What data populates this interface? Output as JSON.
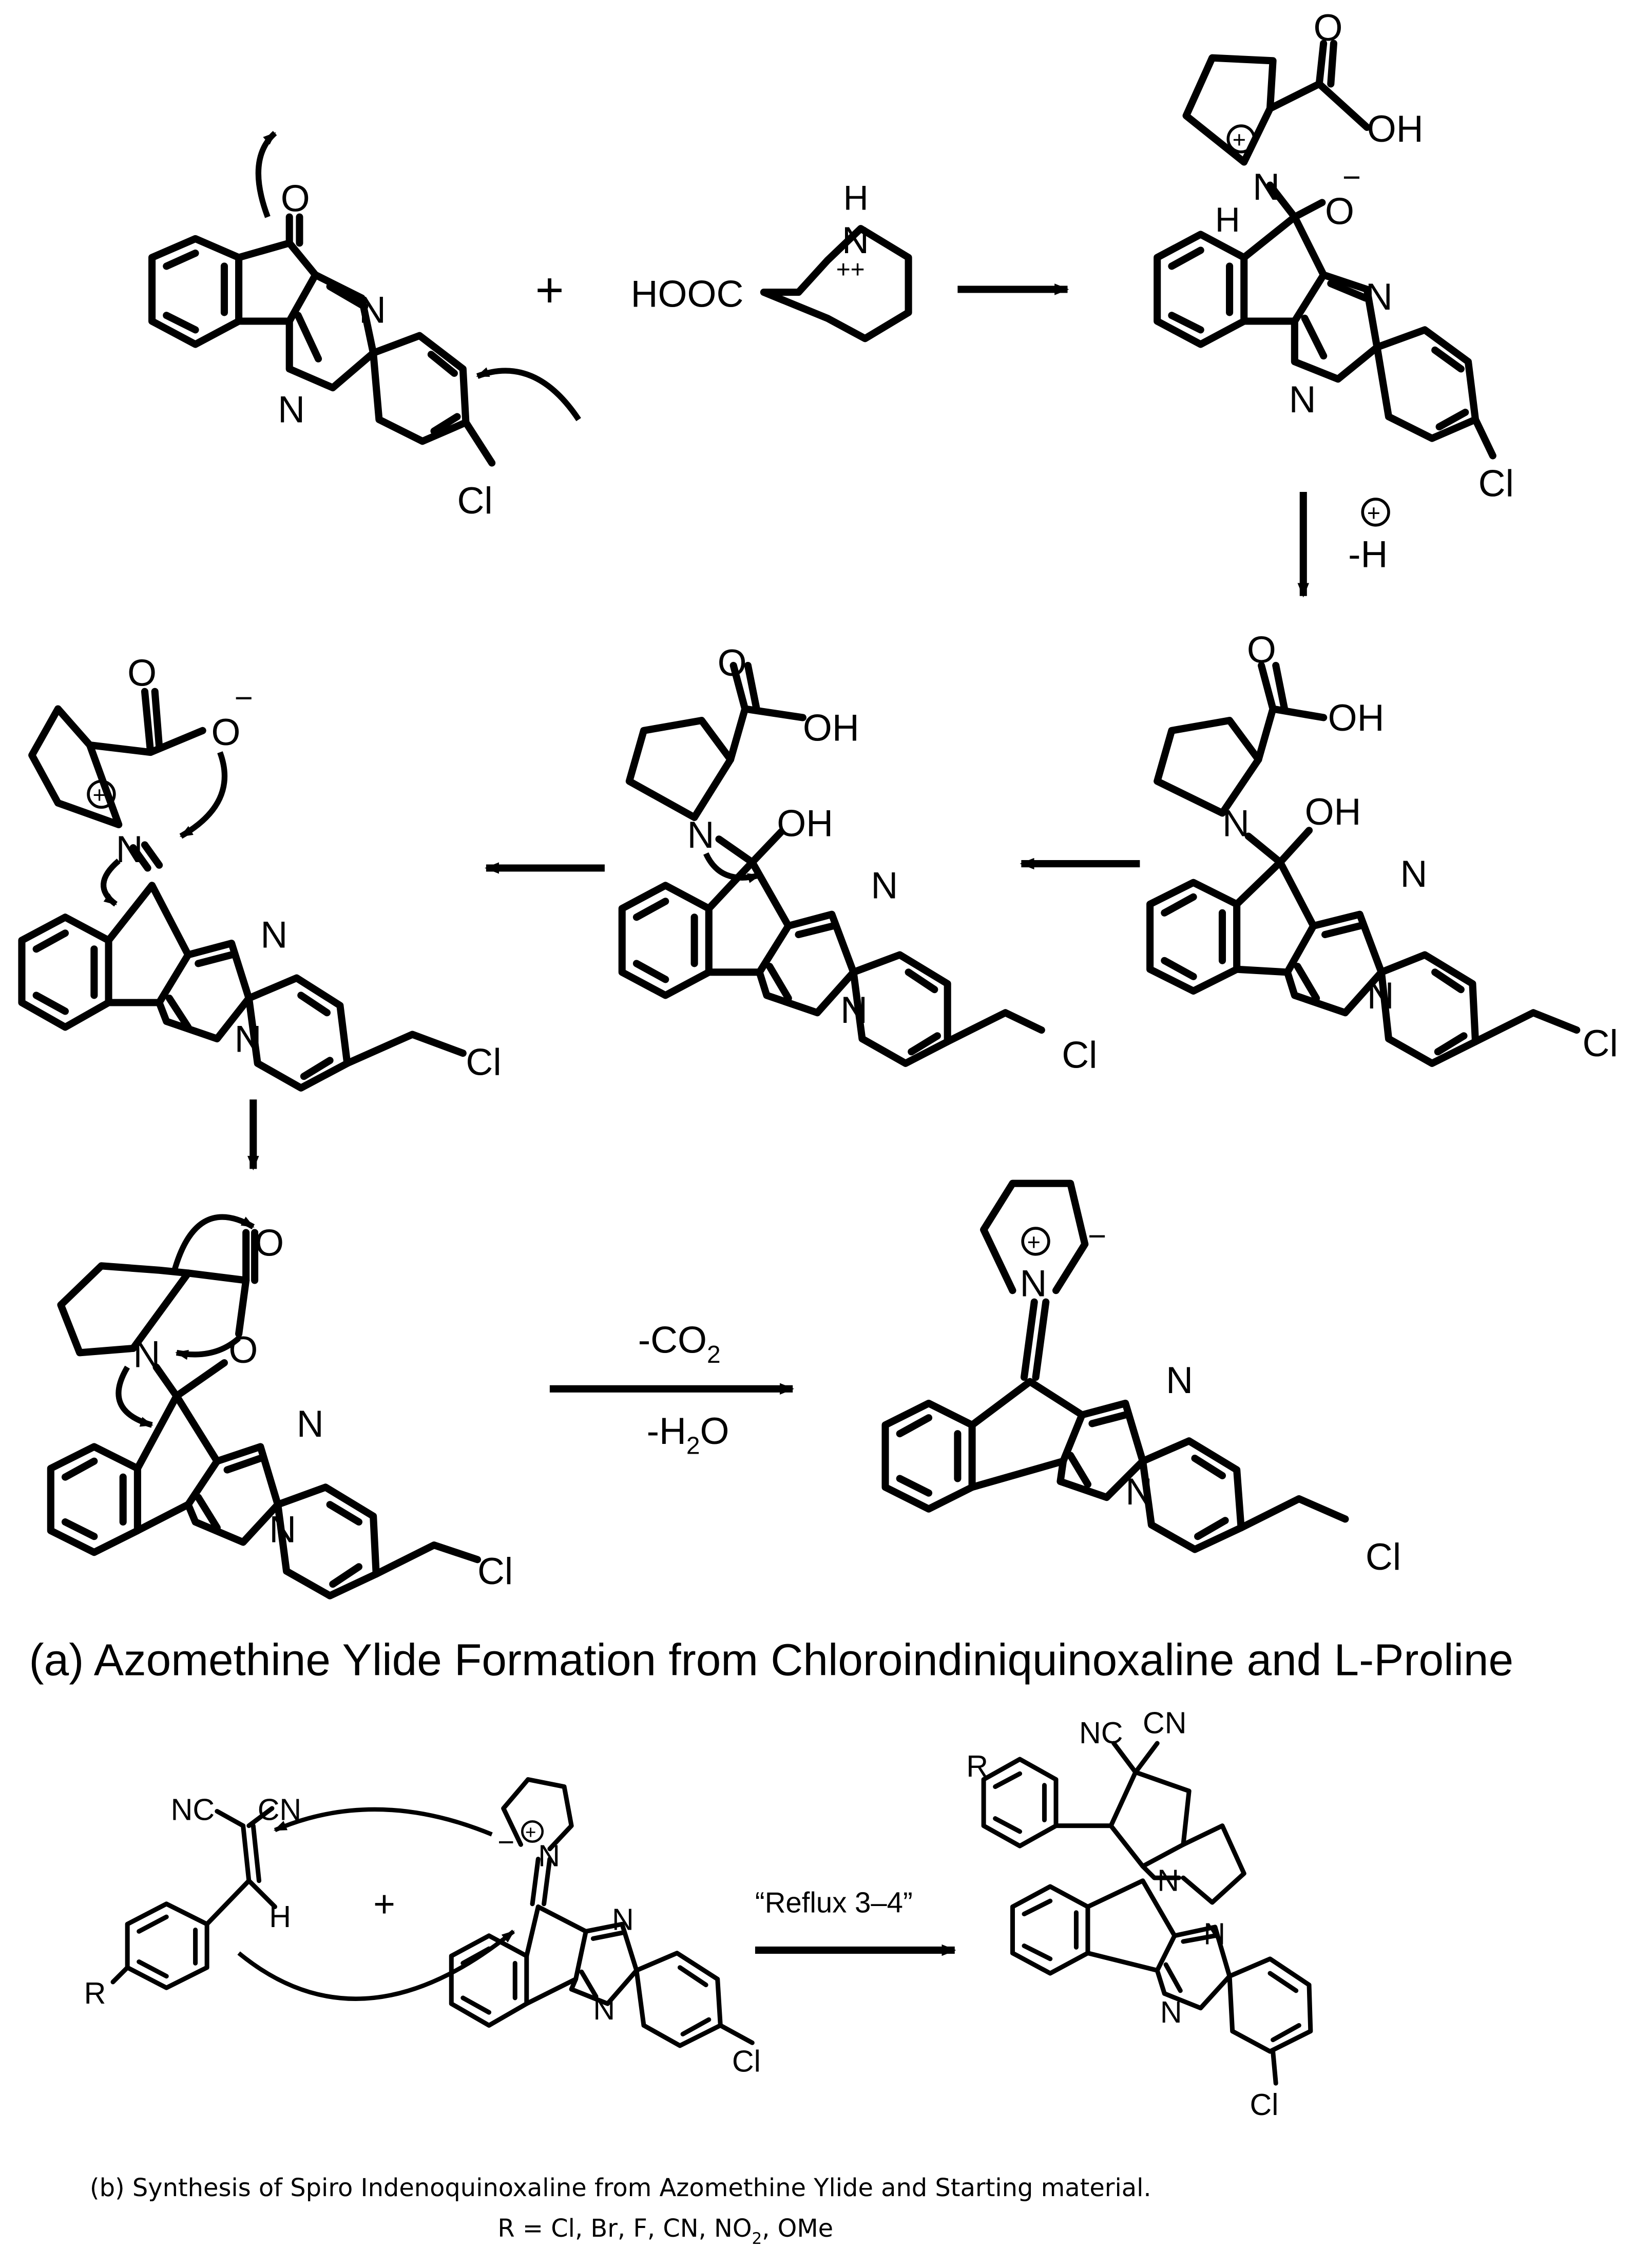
{
  "labels": {
    "O": "O",
    "N": "N",
    "Cl": "Cl",
    "OH": "OH",
    "H": "H",
    "NH": "N",
    "HOOC": "HOOC",
    "plus": "+",
    "minus": "−",
    "plus_charge": "++",
    "neg_o": "O",
    "minus_h": "-H",
    "NC": "NC",
    "CN": "CN",
    "R": "R"
  },
  "reagents": {
    "step1_plus": "+",
    "proton_loss": "-H",
    "co2_loss": "-CO",
    "co2_sub": "2",
    "h2o_loss": "-H",
    "h2o_sub": "2",
    "h2o_tail": "O",
    "reflux": "“Reflux 3–4”",
    "step_b_plus": "+"
  },
  "captions": {
    "a": "(a) Azomethine Ylide Formation from Chloroindiniquinoxaline and L-Proline",
    "b": "(b) Synthesis of Spiro Indenoquinoxaline from Azomethine Ylide and Starting material.",
    "r_prefix": "R = Cl, Br, F, CN, NO",
    "r_sub": "2",
    "r_suffix": ", OMe"
  }
}
